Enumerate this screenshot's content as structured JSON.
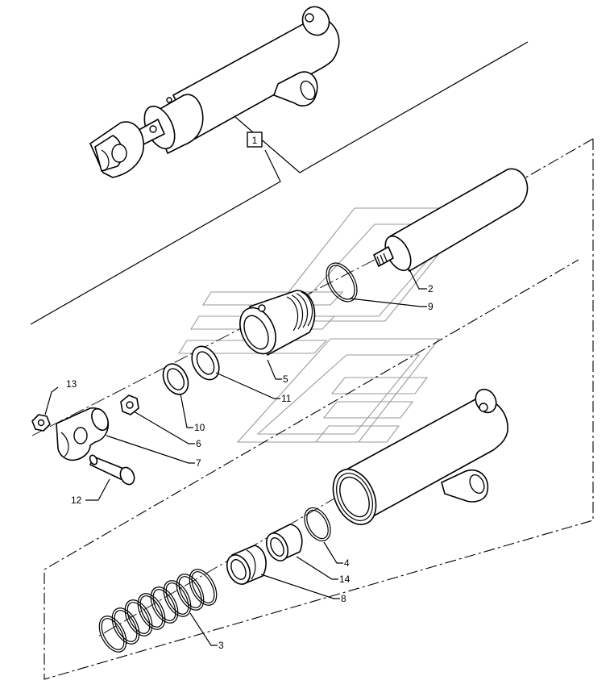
{
  "diagram": {
    "type": "exploded-parts-drawing",
    "callouts": [
      {
        "id": "1",
        "label": "1",
        "boxed": true
      },
      {
        "id": "2",
        "label": "2"
      },
      {
        "id": "9",
        "label": "9"
      },
      {
        "id": "5",
        "label": "5"
      },
      {
        "id": "11",
        "label": "11"
      },
      {
        "id": "13",
        "label": "13"
      },
      {
        "id": "10",
        "label": "10"
      },
      {
        "id": "6",
        "label": "6"
      },
      {
        "id": "7",
        "label": "7"
      },
      {
        "id": "12",
        "label": "12"
      },
      {
        "id": "4",
        "label": "4"
      },
      {
        "id": "14",
        "label": "14"
      },
      {
        "id": "8",
        "label": "8"
      },
      {
        "id": "3",
        "label": "3"
      }
    ]
  }
}
